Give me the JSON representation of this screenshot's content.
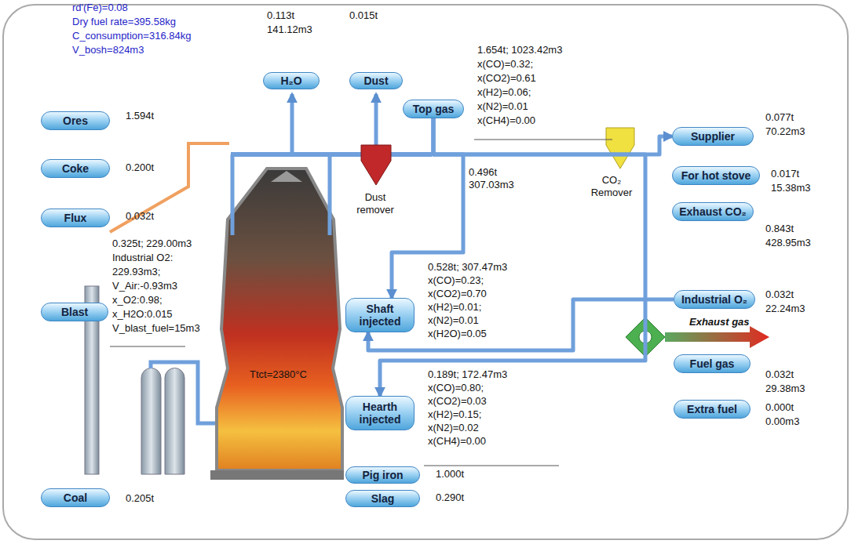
{
  "diagram": {
    "nodes": [
      {
        "text": [
          "Ores",
          "1.594t"
        ]
      },
      {
        "text": [
          "Coke",
          "0.200t"
        ]
      },
      {
        "text": [
          "Flux",
          "0.032t"
        ]
      },
      {
        "text": [
          "Blast",
          "0.325t; 229.00m3",
          "Industrial O2:",
          "229.93m3;",
          "V_Air:-0.93m3",
          "x_O2:0.98;",
          "x_H2O:0.015",
          "V_blast_fuel=15m3"
        ]
      },
      {
        "text": [
          "Coal",
          "0.205t"
        ]
      },
      {
        "text": [
          "H₂O",
          "0.113t",
          "141.12m3"
        ]
      },
      {
        "text": [
          "Dust",
          "0.015t"
        ]
      },
      {
        "text": [
          "Top gas",
          "1.654t; 1023.42m3",
          "x(CO)=0.32;",
          "x(CO2)=0.61",
          "x(H2)=0.06;",
          "x(N2)=0.01",
          "x(CH4)=0.00"
        ]
      },
      {
        "text": [
          "Supplier",
          "0.077t",
          "70.22m3"
        ]
      },
      {
        "text": [
          "For hot stove",
          "0.017t",
          "15.38m3"
        ]
      },
      {
        "text": [
          "Exhaust CO₂",
          "0.843t",
          "428.95m3"
        ]
      },
      {
        "text": [
          "Shaft injected",
          "0.528t; 307.47m3",
          "x(CO)=0.23;",
          "x(CO2)=0.70",
          "x(H2)=0.01;",
          "x(N2)=0.01",
          "x(H2O)=0.05"
        ]
      },
      {
        "text": [
          "Industrial O₂",
          "0.032t",
          "22.24m3"
        ]
      },
      {
        "text": [
          "Hearth injected",
          "0.189t; 172.47m3",
          "x(CO)=0.80;",
          "x(CO2)=0.03",
          "x(H2)=0.15;",
          "x(N2)=0.02",
          "x(CH4)=0.00"
        ]
      },
      {
        "text": [
          "Fuel gas",
          "0.032t",
          "29.38m3"
        ]
      },
      {
        "text": [
          "Extra fuel",
          "0.000t",
          "0.00m3"
        ]
      },
      {
        "text": [
          "Pig iron",
          "1.000t"
        ]
      },
      {
        "text": [
          "Slag",
          "0.290t"
        ]
      }
    ],
    "edges": [
      {
        "from": 7,
        "to": 8,
        "arrow": "to"
      },
      {
        "from": 7,
        "to": 11,
        "arrow": "to"
      },
      {
        "from": 12,
        "to": 11,
        "arrow": "to"
      },
      {
        "from": 7,
        "to": 13,
        "arrow": "to"
      }
    ],
    "labels": [
      "rd'(Fe)=0.08",
      "Dry fuel rate=395.58kg",
      "C_consumption=316.84kg",
      "V_bosh=824m3",
      "Dust remover",
      "CO₂ Remover",
      "0.496t 307.03m3",
      "Exhaust gas",
      "Ttct=2380°C"
    ]
  }
}
